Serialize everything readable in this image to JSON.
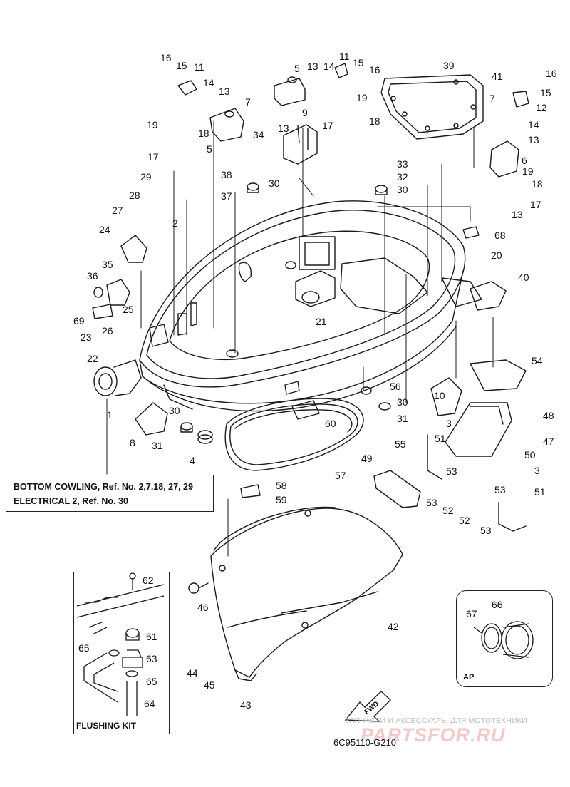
{
  "reference_box": {
    "line1": "BOTTOM COWLING, Ref. No. 2,7,18, 27, 29",
    "line2": "ELECTRICAL 2, Ref. No. 30"
  },
  "flushing_kit_label": "FLUSHING KIT",
  "ap_label": "AP",
  "fwd_label": "FWD",
  "catalog_number": "6C95110-G210",
  "watermark_text": "ЗАПЧАСТИ И АКСЕССУАРЫ ДЛЯ МОТОТЕХНИКИ",
  "watermark_logo": "PARTSFOR.RU",
  "callouts": [
    "16",
    "15",
    "11",
    "14",
    "13",
    "7",
    "5",
    "13",
    "14",
    "11",
    "15",
    "16",
    "19",
    "9",
    "18",
    "39",
    "41",
    "16",
    "7",
    "15",
    "12",
    "19",
    "18",
    "5",
    "13",
    "34",
    "17",
    "14",
    "13",
    "33",
    "32",
    "17",
    "6",
    "30",
    "38",
    "29",
    "30",
    "37",
    "19",
    "18",
    "28",
    "13",
    "17",
    "27",
    "2",
    "24",
    "68",
    "20",
    "35",
    "36",
    "40",
    "25",
    "21",
    "69",
    "26",
    "23",
    "54",
    "22",
    "56",
    "30",
    "10",
    "1",
    "30",
    "31",
    "60",
    "48",
    "3",
    "47",
    "51",
    "55",
    "8",
    "31",
    "4",
    "50",
    "49",
    "57",
    "53",
    "3",
    "51",
    "53",
    "58",
    "59",
    "53",
    "52",
    "52",
    "53",
    "62",
    "46",
    "42",
    "61",
    "65",
    "63",
    "65",
    "64",
    "67",
    "66",
    "44",
    "45",
    "43"
  ]
}
